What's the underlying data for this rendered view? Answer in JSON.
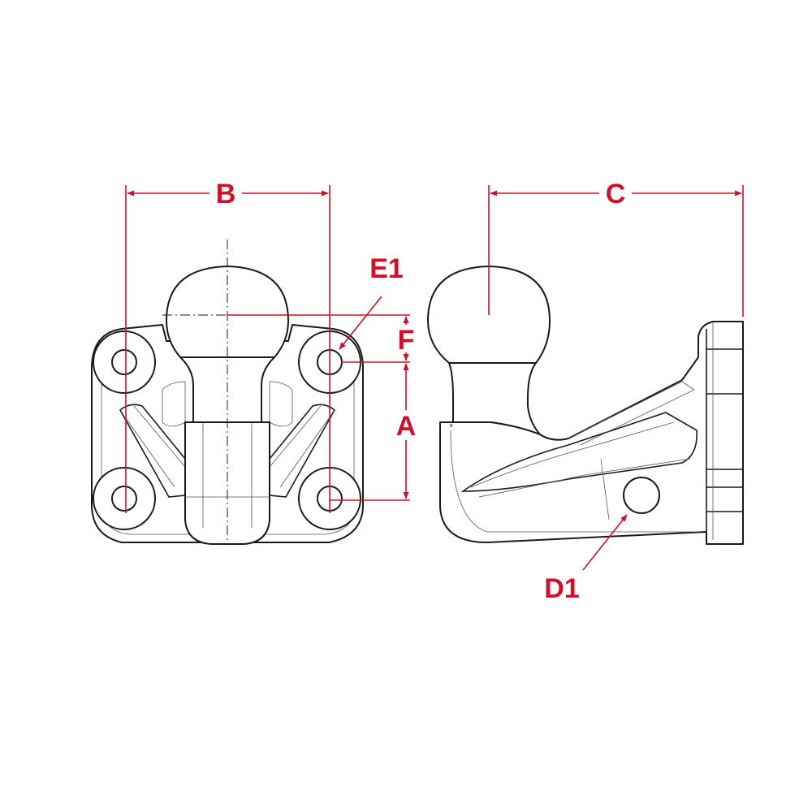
{
  "diagram": {
    "labels": {
      "a": "A",
      "b": "B",
      "c": "C",
      "d1": "D1",
      "e1": "E1",
      "f": "F"
    },
    "colors": {
      "dimension": "#d0102a",
      "outline": "#1a1a1a",
      "background": "#ffffff"
    }
  }
}
